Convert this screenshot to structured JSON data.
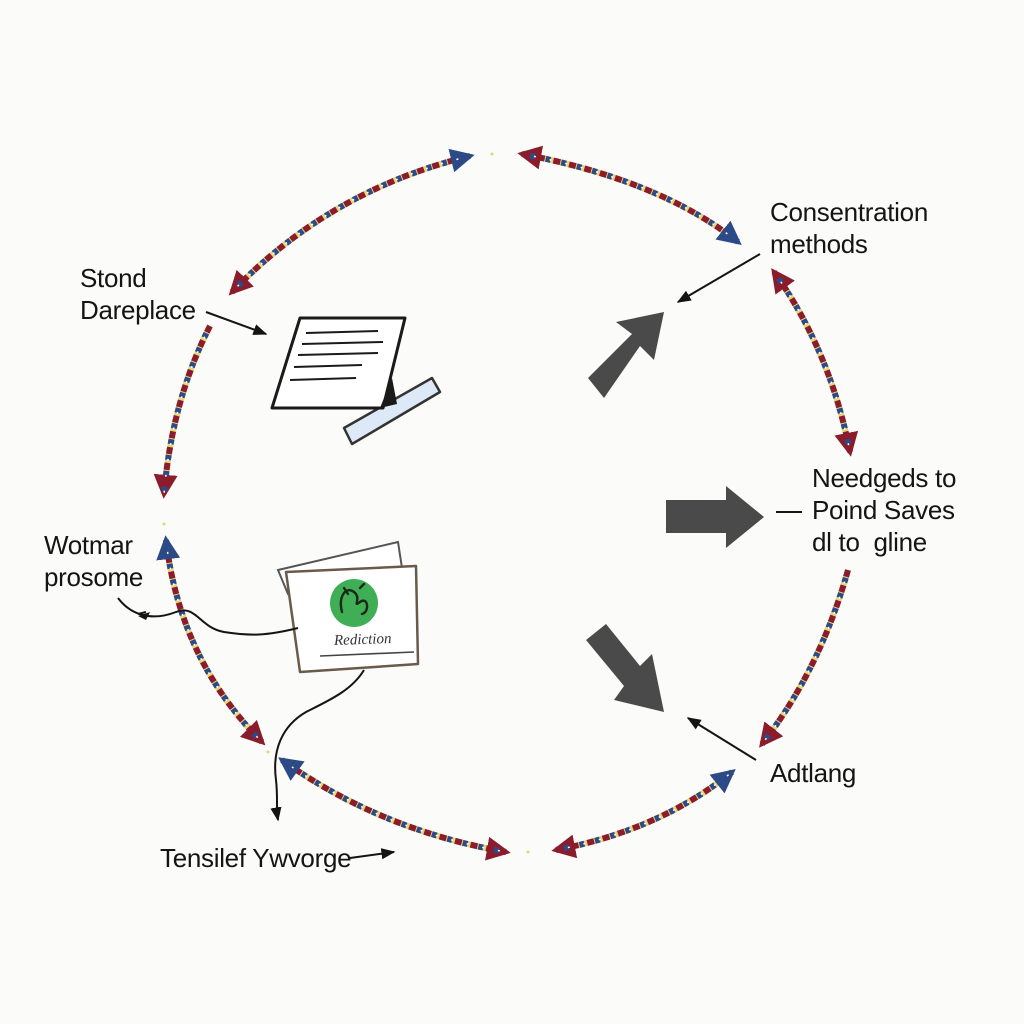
{
  "labels": {
    "top_right": [
      "Consentration",
      "methods"
    ],
    "top_left": [
      "Stond",
      "Dareplace"
    ],
    "mid_left": [
      "Wotmar",
      "prosome"
    ],
    "mid_right": [
      "Needgeds to",
      "Poind Saves",
      "dl to  gline"
    ],
    "bot_right": "Adtlang",
    "bot_left": "Tensilef Ywvorge"
  },
  "card_caption": "Rediction",
  "icons": {
    "document": "document-icon",
    "note": "note-with-badge-icon",
    "badge": "green-badge-icon"
  },
  "colors": {
    "ring_red": "#8a1c2b",
    "ring_blue": "#2b4a86",
    "ring_yellow": "#e8d27a",
    "block_arrow": "#4a4a4a",
    "badge_green": "#3fae55",
    "ink": "#141414"
  }
}
